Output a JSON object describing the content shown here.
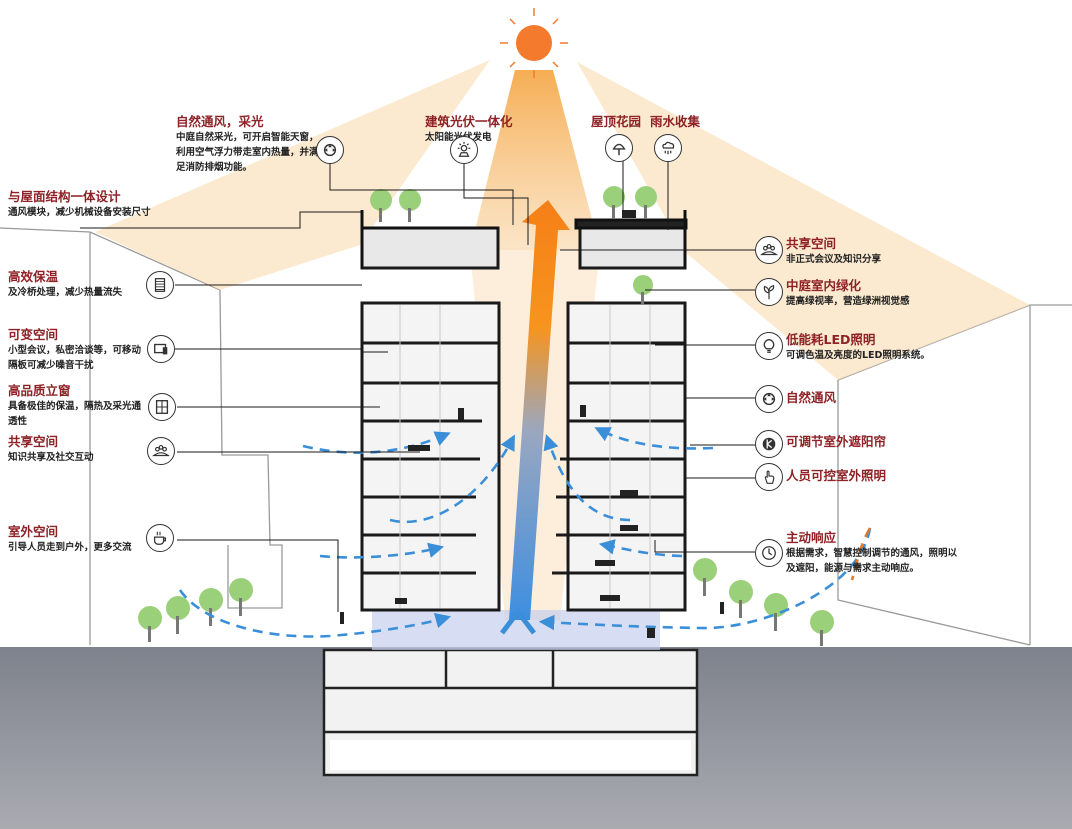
{
  "labels": {
    "natural_vent_light": {
      "title": "自然通风，采光",
      "desc": "中庭自然采光，可开启智能天窗，利用空气浮力带走室内热量，并满足消防排烟功能。",
      "icon": "ventilation-icon"
    },
    "pv": {
      "title": "建筑光伏一体化",
      "desc": "太阳能光伏发电",
      "icon": "solar-panel-icon"
    },
    "roof_garden": {
      "title": "屋顶花园",
      "icon": "tree-icon"
    },
    "rain": {
      "title": "雨水收集",
      "icon": "rain-cloud-icon"
    },
    "roof_integration": {
      "title": "与屋面结构一体设计",
      "desc": "通风模块，减少机械设备安装尺寸"
    },
    "insulation": {
      "title": "高效保温",
      "desc": "及冷桥处理，减少热量流失",
      "icon": "insulation-icon"
    },
    "flexible": {
      "title": "可变空间",
      "desc": "小型会议，私密洽谈等，可移动隔板可减少噪音干扰",
      "icon": "partition-icon"
    },
    "window": {
      "title": "高品质立窗",
      "desc": "具备极佳的保温，隔热及采光通透性",
      "icon": "window-icon"
    },
    "shared_left": {
      "title": "共享空间",
      "desc": "知识共享及社交互动",
      "icon": "people-group-icon"
    },
    "outdoor": {
      "title": "室外空间",
      "desc": "引导人员走到户外，更多交流",
      "icon": "coffee-cup-icon"
    },
    "shared_right": {
      "title": "共享空间",
      "desc": "非正式会议及知识分享",
      "icon": "people-group-icon"
    },
    "atrium_green": {
      "title": "中庭室内绿化",
      "desc": "提高绿视率，营造绿洲视觉感",
      "icon": "plant-icon"
    },
    "led": {
      "title": "低能耗LED照明",
      "desc": "可调色温及亮度的LED照明系统。",
      "icon": "lightbulb-icon"
    },
    "nat_vent": {
      "title": "自然通风",
      "icon": "ventilation-icon"
    },
    "shading": {
      "title": "可调节室外遮阳帘",
      "icon": "shading-icon"
    },
    "outdoor_light": {
      "title": "人员可控室外照明",
      "icon": "hand-touch-icon"
    },
    "active": {
      "title": "主动响应",
      "desc": "根据需求，智慧控制调节的通风，照明以及遮阳，能源与需求主动响应。",
      "icon": "clock-icon"
    }
  },
  "colors": {
    "title": "#8e2226",
    "sun": "#f47a2e",
    "sunbeam": "#f9cf97",
    "arrow_warm": "#f7941d",
    "arrow_cool": "#3b8ed8",
    "ground": "#8c8f98",
    "tree": "#9bd07a"
  }
}
